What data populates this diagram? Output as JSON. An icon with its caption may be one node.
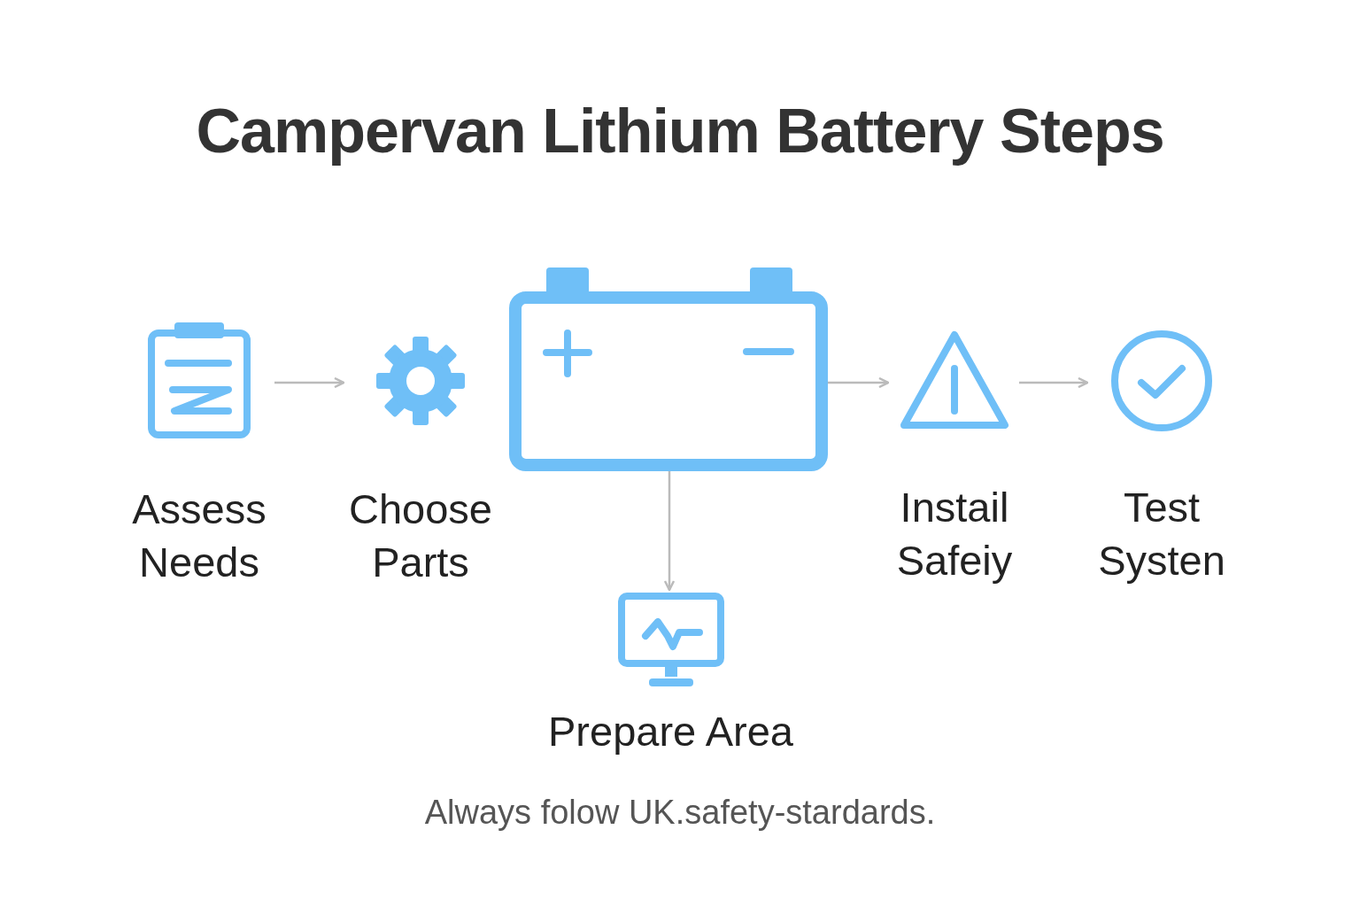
{
  "diagram": {
    "title": "Campervan Lithium Battery Steps",
    "nodes": [
      {
        "text": [
          "Assess Needs"
        ]
      },
      {
        "text": [
          "Choose Parts"
        ]
      },
      {
        "text": [],
        "shape": "picture"
      },
      {
        "text": [
          "Prepare Area"
        ]
      },
      {
        "text": [
          "Instail Safeiy"
        ]
      },
      {
        "text": [
          "Test Systen"
        ]
      }
    ],
    "edges": [
      {
        "from": 0,
        "to": 1,
        "arrow": "to"
      },
      {
        "from": 2,
        "to": 4,
        "arrow": "to"
      },
      {
        "from": 4,
        "to": 5,
        "arrow": "to"
      },
      {
        "from": 2,
        "to": 3,
        "arrow": "to"
      }
    ],
    "labels": [
      "Always folow UK.safety-stardards."
    ]
  }
}
